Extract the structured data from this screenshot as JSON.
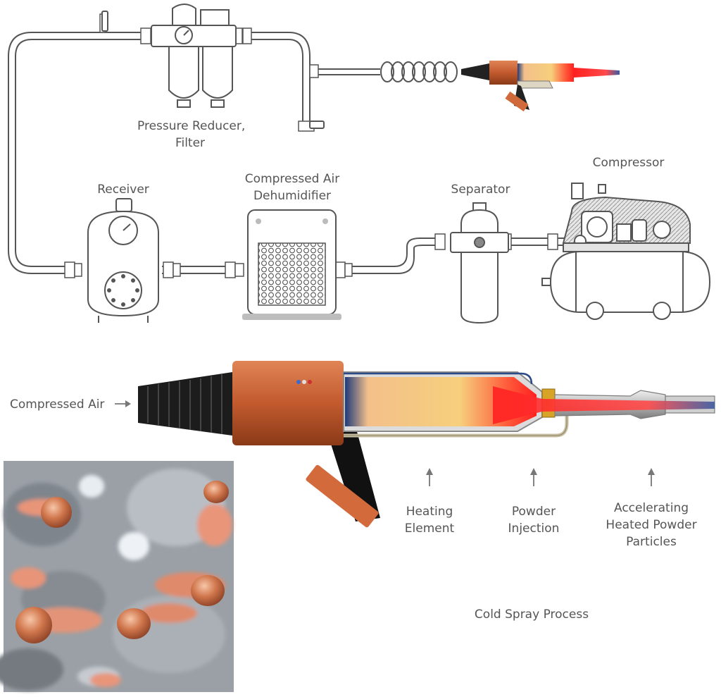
{
  "labels": {
    "pressure_reducer": [
      "Pressure Reducer,",
      "Filter"
    ],
    "receiver": [
      "Receiver"
    ],
    "dehumidifier": [
      "Compressed Air",
      "Dehumidifier"
    ],
    "separator": [
      "Separator"
    ],
    "compressor": [
      "Compressor"
    ],
    "compressed_air": "Compressed Air",
    "heating_element": [
      "Heating",
      "Element"
    ],
    "powder_injection": [
      "Powder",
      "Injection"
    ],
    "accelerating": [
      "Accelerating",
      "Heated Powder",
      "Particles"
    ],
    "process_title": "Cold Spray Process"
  },
  "colors": {
    "line": "#555555",
    "label": "#555555",
    "copper": "#c8643a",
    "hot_core": "#f5c07a",
    "jet": "#ff2a2a",
    "blue": "#1f3a7a",
    "micrograph_bg": "#9aa0a6"
  }
}
